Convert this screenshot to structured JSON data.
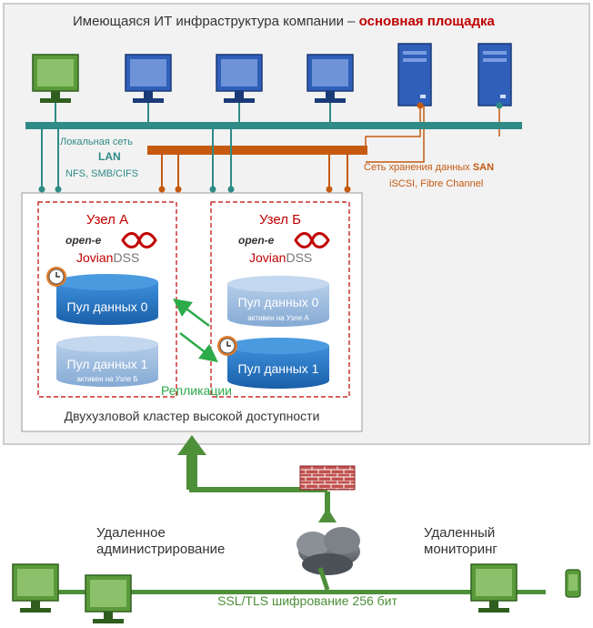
{
  "title": {
    "prefix": "Имеющаяся ИТ инфраструктура компании – ",
    "highlight": "основная площадка"
  },
  "lan": {
    "line1": "Локальная сеть",
    "line2": "LAN",
    "line3": "NFS, SMB/CIFS"
  },
  "san": {
    "line1_prefix": "Сеть хранения данных ",
    "line1_bold": "SAN",
    "line2": "iSCSI, Fibre Channel"
  },
  "node_a": {
    "title": "Узел А",
    "brand_top": "open-e",
    "brand_main": "Jovian",
    "brand_suffix": "DSS",
    "pool0": {
      "label": "Пул данных 0",
      "sub": ""
    },
    "pool1": {
      "label": "Пул данных 1",
      "sub": "активен на Узле Б"
    }
  },
  "node_b": {
    "title": "Узел Б",
    "brand_top": "open-e",
    "brand_main": "Jovian",
    "brand_suffix": "DSS",
    "pool0": {
      "label": "Пул данных 0",
      "sub": "активен на Узле А"
    },
    "pool1": {
      "label": "Пул данных 1",
      "sub": ""
    }
  },
  "replication": "Репликации",
  "cluster": "Двухузловой кластер высокой доступности",
  "remote_admin": {
    "line1": "Удаленное",
    "line2": "администрирование"
  },
  "remote_monitor": {
    "line1": "Удаленный",
    "line2": "мониторинг"
  },
  "encryption": "SSL/TLS шифрование 256 бит",
  "colors": {
    "title_red": "#c00000",
    "lan_teal": "#2e8b86",
    "san_orange": "#c55a11",
    "node_red": "#c00000",
    "pool_dark": "#1f6fc0",
    "pool_light": "#8fb4dc",
    "replication_green": "#2daa4a",
    "arrow_green": "#4e8f3a",
    "computer_green": "#5a9a3a",
    "computer_blue": "#2f5fb8",
    "server_blue": "#2f5fb8"
  }
}
